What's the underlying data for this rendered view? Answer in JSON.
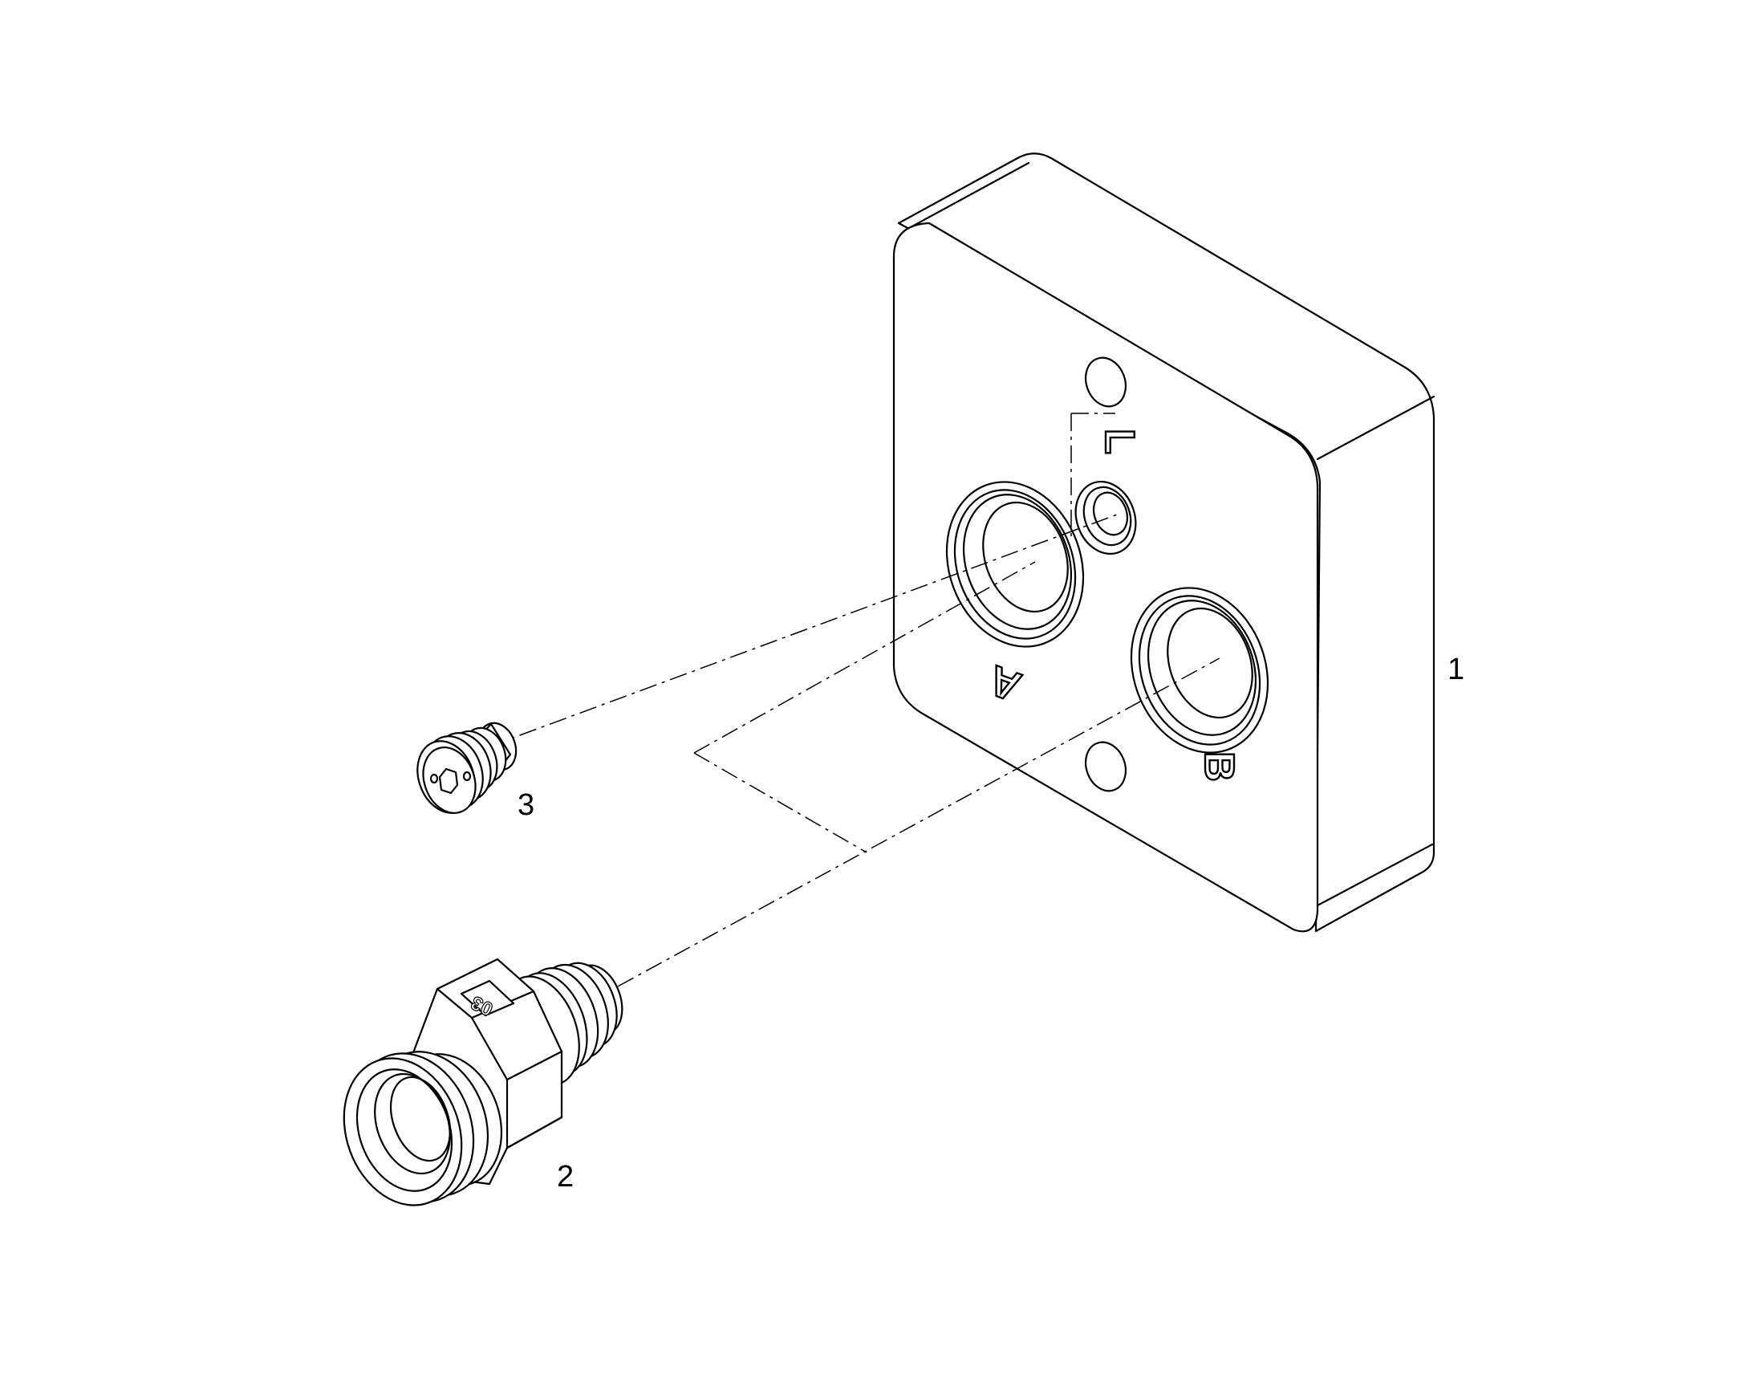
{
  "diagram": {
    "callouts": {
      "item1": "1",
      "item2": "2",
      "item3": "3"
    },
    "ports": {
      "a": "A",
      "b": "B",
      "l": "L"
    },
    "fitting_marking": "03"
  }
}
